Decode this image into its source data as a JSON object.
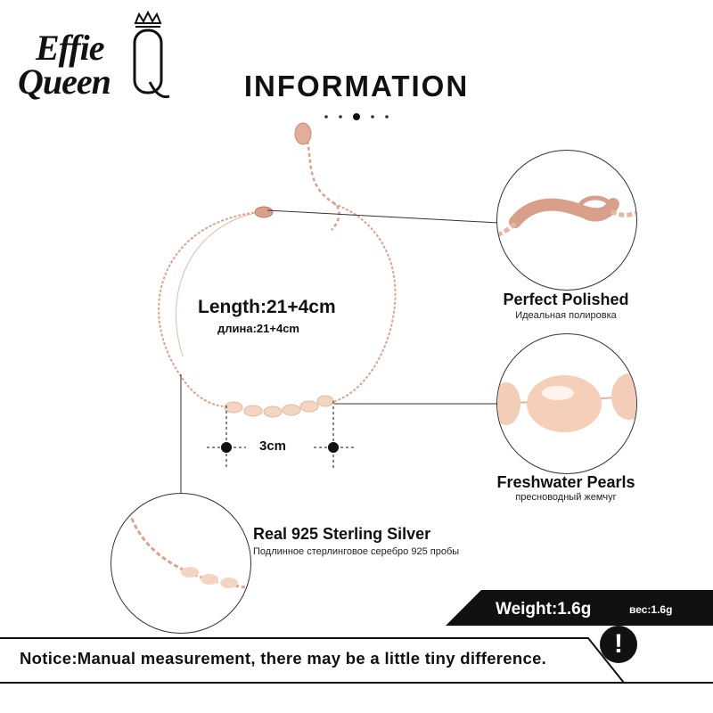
{
  "brand": {
    "line1": "Effie",
    "line2": "Queen",
    "monogram": "Q"
  },
  "header": {
    "title": "INFORMATION"
  },
  "measurements": {
    "length_label": "Length:21+4cm",
    "length_label_ru": "длина:21+4cm",
    "pearl_span_label": "3cm"
  },
  "features": {
    "polished": {
      "title": "Perfect  Polished",
      "subtitle": "Идеальная полировка"
    },
    "pearls": {
      "title": "Freshwater Pearls",
      "subtitle": "пресноводный жемчуг"
    },
    "silver": {
      "title": "Real 925  Sterling  Silver",
      "subtitle": "Подлинное стерлинговое серебро 925 пробы"
    }
  },
  "weight": {
    "label": "Weight:1.6g",
    "label_ru": "вес:1.6g"
  },
  "notice": {
    "text": "Notice:Manual measurement, there may be a little tiny difference.",
    "icon": "!"
  },
  "colors": {
    "rose_gold": "#d9a38e",
    "pearl": "#f3d5c2",
    "band": "#111111"
  }
}
